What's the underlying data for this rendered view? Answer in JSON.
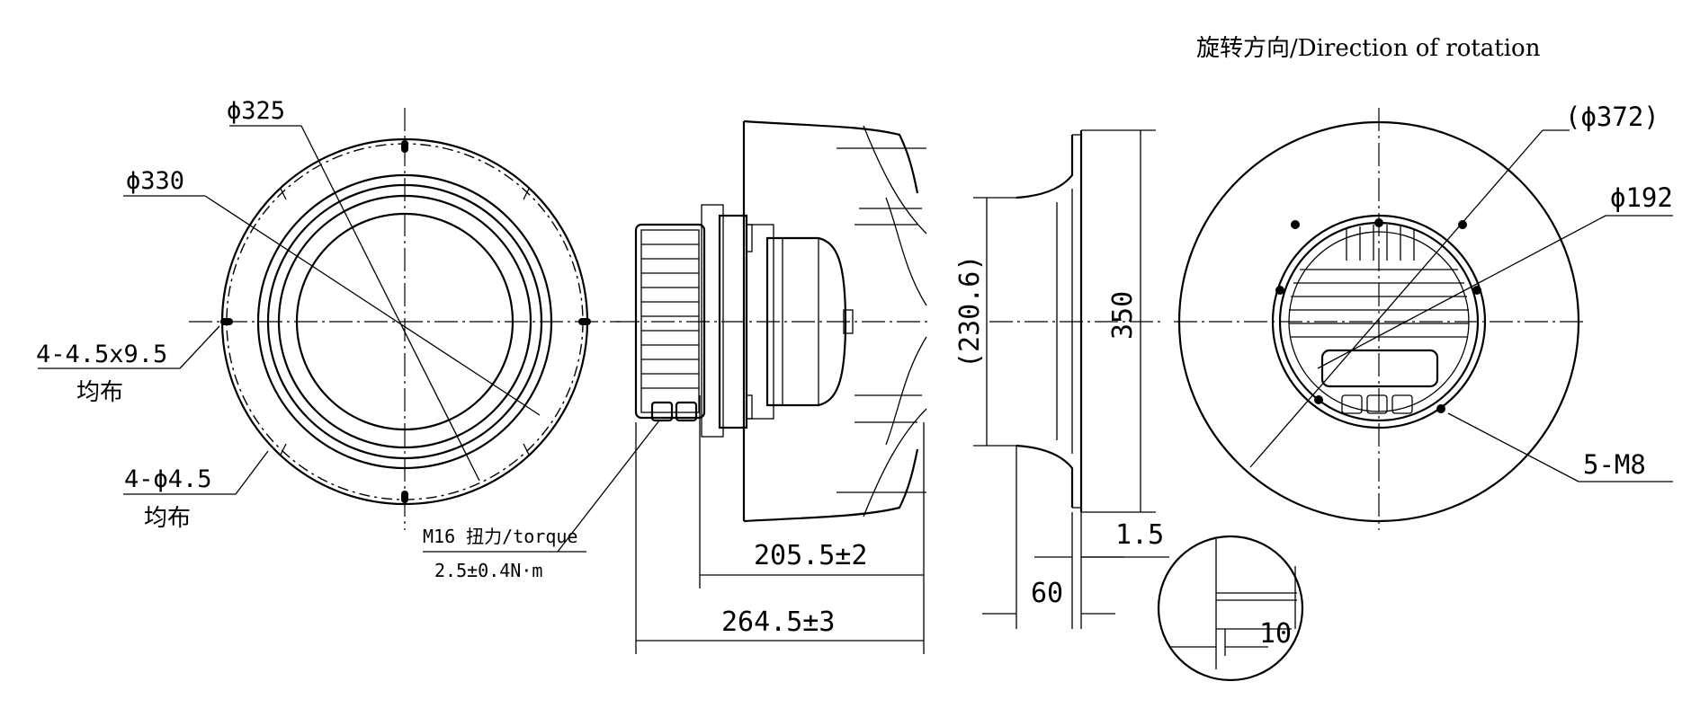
{
  "title": "旋转方向/Direction of rotation",
  "front_view": {
    "dia_325": "ϕ325",
    "dia_330": "ϕ330",
    "slots": "4-4.5x9.5",
    "slots_note": "均布",
    "holes": "4-ϕ4.5",
    "holes_note": "均布"
  },
  "side_view": {
    "gland_spec": "M16 扭力/torque",
    "gland_torque": "2.5±0.4N·m",
    "len_inner": "205.5±2",
    "len_total": "264.5±3"
  },
  "section_view": {
    "inlet_dia": "(230.6)",
    "height": "350",
    "thickness": "1.5",
    "depth": "60",
    "detail_dim": "10"
  },
  "rear_view": {
    "dia_372": "(ϕ372)",
    "dia_192": "ϕ192",
    "threads": "5-M8"
  }
}
